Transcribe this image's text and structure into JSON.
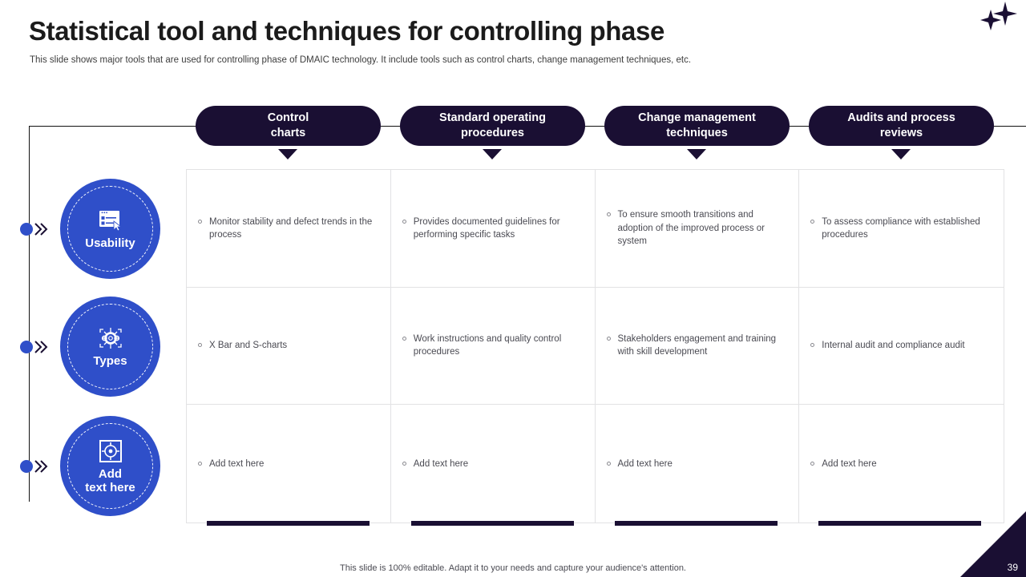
{
  "slide": {
    "title": "Statistical tool and techniques for controlling phase",
    "subtitle": "This slide shows major tools that are used for controlling phase of DMAIC technology. It include tools such as control charts, change management techniques, etc.",
    "footnote": "This slide is 100% editable. Adapt it to your needs and capture your audience's attention.",
    "page_number": "39",
    "accent_navy": "#1a0f33",
    "accent_blue": "#2f4fc9",
    "body_text_color": "#4a4a52"
  },
  "rail": {
    "nodes": [
      {
        "icon": "dot-icon",
        "chevron": "double-chevron-right-icon"
      },
      {
        "icon": "dot-icon",
        "chevron": "double-chevron-right-icon"
      },
      {
        "icon": "dot-icon",
        "chevron": "double-chevron-right-icon"
      }
    ]
  },
  "row_labels": [
    {
      "label": "Usability",
      "icon": "browser-window-cursor-icon"
    },
    {
      "label": "Types",
      "icon": "gear-brackets-icon"
    },
    {
      "label": "Add\ntext here",
      "label_line1": "Add",
      "label_line2": "text here",
      "icon": "target-focus-icon"
    }
  ],
  "columns": [
    {
      "header_line1": "Control",
      "header_line2": "charts"
    },
    {
      "header_line1": "Standard operating",
      "header_line2": "procedures"
    },
    {
      "header_line1": "Change management",
      "header_line2": "techniques"
    },
    {
      "header_line1": "Audits and process",
      "header_line2": "reviews"
    }
  ],
  "grid": {
    "rows": [
      {
        "row_label": "Usability",
        "cells": [
          "Monitor stability and defect trends in the process",
          "Provides documented guidelines for performing specific tasks",
          "To ensure smooth transitions and adoption of the improved process or system",
          "To assess compliance with established procedures"
        ]
      },
      {
        "row_label": "Types",
        "cells": [
          "X Bar and S-charts",
          "Work instructions and quality control procedures",
          "Stakeholders engagement and training with skill development",
          "Internal audit and compliance audit"
        ]
      },
      {
        "row_label": "Add text here",
        "cells": [
          "Add text here",
          "Add text here",
          "Add text here",
          "Add text here"
        ]
      }
    ]
  },
  "decorations": {
    "sparkle_top_right": "sparkle-icon",
    "corner_triangle": "corner-triangle"
  }
}
